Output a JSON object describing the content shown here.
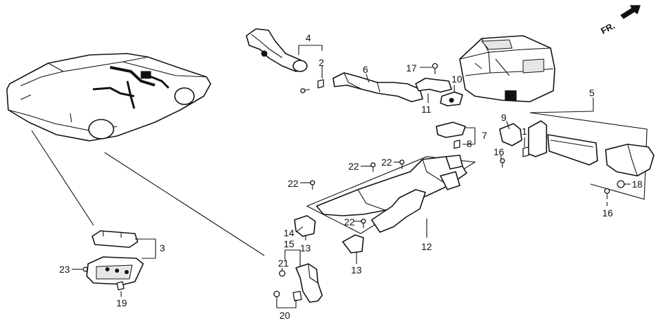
{
  "direction_label": "FR.",
  "callouts": {
    "c1": "1",
    "c2": "2",
    "c3": "3",
    "c4": "4",
    "c5": "5",
    "c6": "6",
    "c7": "7",
    "c8": "8",
    "c9": "9",
    "c10": "10",
    "c11": "11",
    "c12": "12",
    "c13a": "13",
    "c13b": "13",
    "c14": "14",
    "c15": "15",
    "c16a": "16",
    "c16b": "16",
    "c17": "17",
    "c18": "18",
    "c19": "19",
    "c20": "20",
    "c21": "21",
    "c22a": "22",
    "c22b": "22",
    "c22c": "22",
    "c22d": "22",
    "c23": "23"
  }
}
